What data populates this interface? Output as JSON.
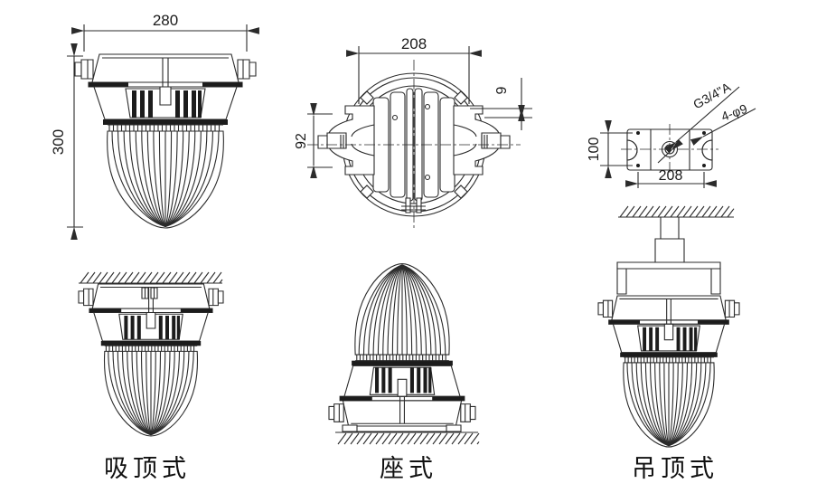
{
  "drawing": {
    "background": "#ffffff",
    "line_color": "#2b2b2b",
    "views": {
      "front": {
        "dim_width": "280",
        "dim_height": "300"
      },
      "top": {
        "dim_width": "208",
        "dim_bracket_height": "92",
        "dim_plate_thickness": "9"
      },
      "mounting_plate": {
        "dim_hole_spacing_vertical": "100",
        "dim_hole_spacing_horizontal": "208",
        "thread_callout": "G3/4\"A",
        "holes_callout": "4-φ9"
      },
      "ceiling_mount": {
        "label": "吸顶式"
      },
      "pedestal_mount": {
        "label": "座式"
      },
      "pendant_mount": {
        "label": "吊顶式"
      }
    }
  }
}
